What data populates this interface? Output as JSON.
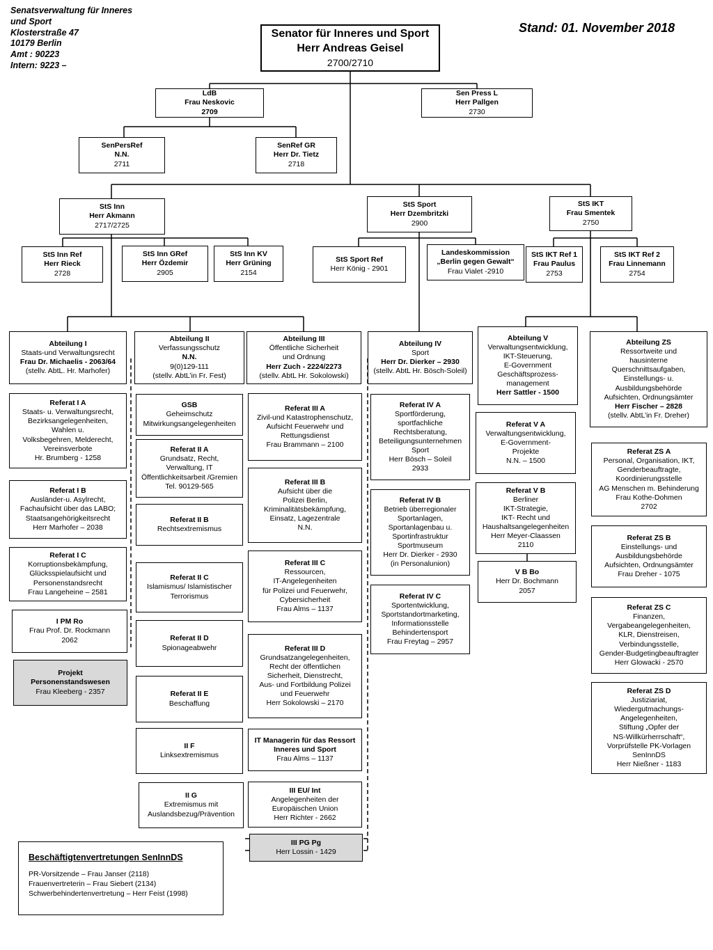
{
  "header": {
    "address_lines": [
      "Senatsverwaltung für Inneres",
      "und Sport",
      "Klosterstraße 47",
      "10179 Berlin",
      "Amt : 90223",
      "Intern: 9223 –"
    ],
    "stand": "Stand:  01. November 2018"
  },
  "boxes": {
    "senator": [
      "Senator für Inneres und Sport",
      "Herr Andreas Geisel",
      "2700/2710"
    ],
    "ldb": [
      "LdB",
      "Frau Neskovic",
      "2709"
    ],
    "senpress": [
      "Sen Press L",
      "Herr Pallgen",
      "2730"
    ],
    "senpersref": [
      "SenPersRef",
      "N.N.",
      "2711"
    ],
    "senrefgr": [
      "SenRef GR",
      "Herr Dr. Tietz",
      "2718"
    ],
    "sts_inn": [
      "StS Inn",
      "Herr Akmann",
      "2717/2725"
    ],
    "sts_sport": [
      "StS Sport",
      "Herr Dzembritzki",
      "2900"
    ],
    "sts_ikt": [
      "StS IKT",
      "Frau Smentek",
      "2750"
    ],
    "sts_inn_ref": [
      "StS Inn Ref",
      "Herr Rieck",
      "2728"
    ],
    "sts_inn_gref": [
      "StS  Inn GRef",
      "Herr Özdemir",
      "2905"
    ],
    "sts_inn_kv": [
      "StS Inn KV",
      "Herr Grüning",
      "2154"
    ],
    "sts_sport_ref": [
      "StS  Sport Ref",
      "Herr König - 2901"
    ],
    "landeskommission": [
      "Landeskommission",
      "„Berlin gegen Gewalt“",
      "Frau Vialet -2910"
    ],
    "sts_ikt_ref1": [
      "StS  IKT Ref 1",
      "Frau  Paulus",
      "2753"
    ],
    "sts_ikt_ref2": [
      "StS  IKT Ref 2",
      "Frau  Linnemann",
      "2754"
    ],
    "abt1": [
      "Abteilung I",
      "Staats-und Verwaltungsrecht",
      "Frau Dr. Michaelis  - 2063/64",
      "(stellv. AbtL. Hr. Marhofer)"
    ],
    "abt2": [
      "Abteilung II",
      "Verfassungsschutz",
      "N.N.",
      "9(0)129-111",
      "(stellv. AbtL’in Fr. Fest)"
    ],
    "abt3": [
      "Abteilung III",
      "Öffentliche Sicherheit",
      "und Ordnung",
      "Herr  Zuch - 2224/2273",
      "(stellv. AbtL Hr. Sokolowski)"
    ],
    "abt4": [
      "Abteilung IV",
      "Sport",
      "Herr Dr. Dierker – 2930",
      "(stellv. AbtL Hr. Bösch-Soleil)"
    ],
    "abt5": [
      "Abteilung V",
      "Verwaltungsentwicklung,",
      "IKT-Steuerung,",
      "E-Government",
      "Geschäftsprozess-",
      "management",
      "Herr Sattler - 1500"
    ],
    "abtzs": [
      "Abteilung ZS",
      "Ressortweite und",
      "hausinterne",
      "Querschnittsaufgaben,",
      "Einstellungs- u.",
      "Ausbildungsbehörde",
      "Aufsichten, Ordnungsämter",
      "Herr Fischer – 2828",
      "(stellv. AbtL’in Fr. Dreher)"
    ],
    "ref_1a": [
      "Referat I A",
      "Staats- u. Verwaltungsrecht,",
      "Bezirksangelegenheiten,",
      "Wahlen u.",
      "Volksbegehren, Melderecht,",
      "Vereinsverbote",
      "Hr. Brumberg  - 1258"
    ],
    "ref_1b": [
      "Referat I B",
      "Ausländer-u. Asylrecht,",
      "Fachaufsicht über das LABO;",
      "Staatsangehörigkeitsrecht",
      "Herr Marhofer  – 2038"
    ],
    "ref_1c": [
      "Referat I C",
      "Korruptionsbekämpfung,",
      "Glücksspielaufsicht und",
      "Personenstandsrecht",
      "Frau Langeheine – 2581"
    ],
    "ipmro": [
      "I  PM Ro",
      "Frau Prof. Dr. Rockmann",
      "2062"
    ],
    "projekt": [
      "Projekt",
      "Personenstandswesen",
      "Frau Kleeberg - 2357"
    ],
    "gsb": [
      "GSB",
      "Geheimschutz",
      "Mitwirkungsangelegenheiten"
    ],
    "ref_2a": [
      "Referat II A",
      "Grundsatz, Recht,",
      "Verwaltung, IT",
      "Öffentlichkeitsarbeit /Gremien",
      "Tel. 90129-565"
    ],
    "ref_2b": [
      "Referat II B",
      "Rechtsextremismus"
    ],
    "ref_2c": [
      "Referat II C",
      "Islamismus/ Islamistischer",
      "Terrorismus"
    ],
    "ref_2d": [
      "Referat II D",
      "Spionageabwehr"
    ],
    "ref_2e": [
      "Referat II E",
      "Beschaffung"
    ],
    "ref_2f": [
      "II F",
      "Linksextremismus"
    ],
    "ref_2g": [
      "II G",
      "Extremismus mit",
      "Auslandsbezug/Prävention"
    ],
    "ref_3a": [
      "Referat III A",
      "Zivil-und Katastrophenschutz,",
      "Aufsicht Feuerwehr und",
      "Rettungsdienst",
      "Frau Brammann – 2100"
    ],
    "ref_3b": [
      "Referat III B",
      "Aufsicht über die",
      "Polizei Berlin,",
      "Kriminalitätsbekämpfung,",
      "Einsatz, Lagezentrale",
      "N.N."
    ],
    "ref_3c": [
      "Referat III C",
      "Ressourcen,",
      "IT-Angelegenheiten",
      "für Polizei und Feuerwehr,",
      "Cybersicherheit",
      "Frau Alms – 1137"
    ],
    "ref_3d": [
      "Referat III D",
      "Grundsatzangelegenheiten,",
      "Recht der öffentlichen",
      "Sicherheit,  Dienstrecht,",
      "Aus- und Fortbildung  Polizei",
      "und Feuerwehr",
      "Herr Sokolowski –  2170"
    ],
    "it_managerin": [
      "IT Managerin für das Ressort",
      "Inneres und Sport",
      "Frau Alms – 1137"
    ],
    "ref_3eu": [
      "III EU/ Int",
      "Angelegenheiten der",
      "Europäischen Union",
      "Herr Richter - 2662"
    ],
    "ref_3pg": [
      "III PG Pg",
      "Herr Lossin - 1429"
    ],
    "ref_4a": [
      "Referat IV A",
      "Sportförderung,",
      "sportfachliche",
      "Rechtsberatung,",
      "Beteiligungsunternehmen",
      "Sport",
      "Herr Bösch – Soleil",
      "2933"
    ],
    "ref_4b": [
      "Referat IV B",
      "Betrieb überregionaler",
      "Sportanlagen,",
      "Sportanlagenbau u.",
      "Sportinfrastruktur",
      "Sportmuseum",
      "Herr Dr. Dierker - 2930",
      "(in Personalunion)"
    ],
    "ref_4c": [
      "Referat IV C",
      "Sportentwicklung,",
      "Sportstandortmarketing,",
      "Informationsstelle",
      "Behindertensport",
      "Frau Freytag – 2957"
    ],
    "ref_5a": [
      "Referat  V A",
      "Verwaltungsentwicklung,",
      "E-Government-",
      "Projekte",
      "N.N. – 1500"
    ],
    "ref_5b": [
      "Referat  V B",
      "Berliner",
      "IKT-Strategie,",
      "IKT- Recht und",
      "Haushaltsangelegenheiten",
      "Herr Meyer-Claassen",
      "2110"
    ],
    "ref_5bo": [
      "V B Bo",
      "Herr Dr. Bochmann",
      "2057"
    ],
    "ref_zsa": [
      "Referat ZS A",
      "Personal, Organisation, IKT,",
      "Genderbeauftragte,",
      "Koordinierungsstelle",
      "AG Menschen m. Behinderung",
      "Frau Kothe-Dohmen",
      "2702"
    ],
    "ref_zsb": [
      "Referat ZS B",
      "Einstellungs- und",
      "Ausbildungsbehörde",
      "Aufsichten, Ordnungsämter",
      "Frau Dreher  - 1075"
    ],
    "ref_zsc": [
      "Referat ZS C",
      "Finanzen,",
      "Vergabeangelegenheiten,",
      "KLR, Dienstreisen,",
      "Verbindungsstelle,",
      "Gender-Budgetingbeauftragter",
      "Herr Glowacki  - 2570"
    ],
    "ref_zsd": [
      "Referat ZS D",
      "Justiziariat,",
      "Wiedergutmachungs-",
      "Angelegenheiten,",
      "Stiftung „Opfer der",
      "NS-Willkürherrschaft“,",
      "Vorprüfstelle PK-Vorlagen",
      "SenInnDS",
      "Herr Nießner - 1183"
    ]
  },
  "employee_reps": {
    "title": "Beschäftigtenvertretungen SenInnDS",
    "lines": [
      "PR-Vorsitzende – Frau Janser (2118)",
      "Frauenvertreterin – Frau Siebert (2134)",
      "Schwerbehindertenvertretung – Herr Feist (1998)"
    ]
  }
}
